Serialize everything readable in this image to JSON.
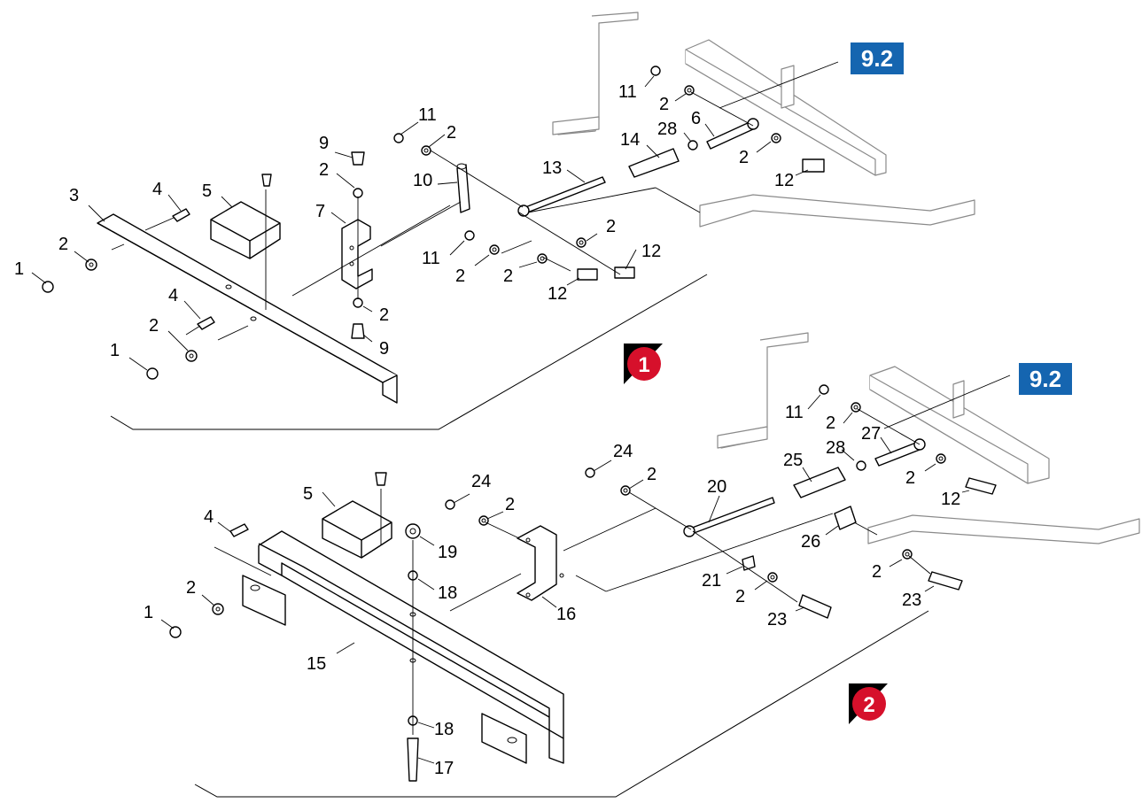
{
  "colors": {
    "reference_box": "#1565b0",
    "badge": "#d6102b",
    "badge_tab": "#000000"
  },
  "references": [
    {
      "label": "9.2"
    },
    {
      "label": "9.2"
    }
  ],
  "badges": [
    {
      "label": "1"
    },
    {
      "label": "2"
    }
  ],
  "callouts_view1": [
    "1",
    "2",
    "3",
    "4",
    "5",
    "9",
    "2",
    "7",
    "10",
    "11",
    "2",
    "13",
    "14",
    "28",
    "6",
    "11",
    "2",
    "2",
    "12",
    "12",
    "11",
    "2",
    "2",
    "12",
    "2",
    "9",
    "4",
    "2",
    "1"
  ],
  "callouts_view2": [
    "4",
    "5",
    "2",
    "1",
    "15",
    "19",
    "18",
    "18",
    "17",
    "24",
    "2",
    "24",
    "2",
    "16",
    "20",
    "21",
    "2",
    "23",
    "25",
    "28",
    "27",
    "11",
    "2",
    "2",
    "12",
    "26",
    "2",
    "23"
  ]
}
